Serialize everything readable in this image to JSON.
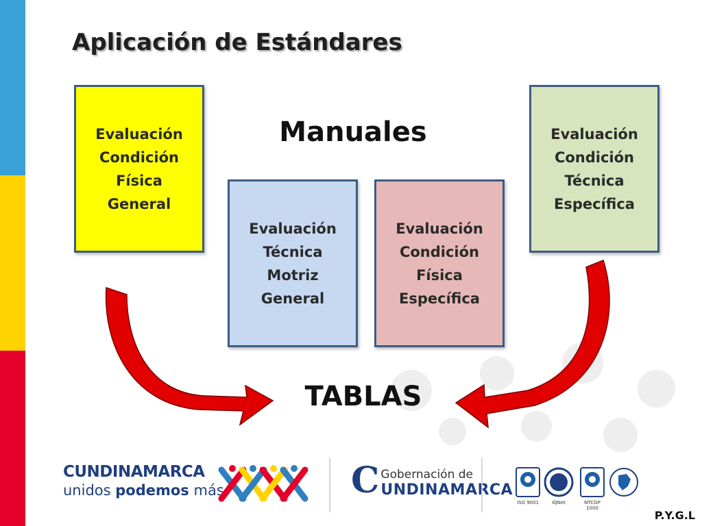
{
  "title": "Aplicación de Estándares",
  "diagram": {
    "manuales_label": "Manuales",
    "tablas_label": "TABLAS",
    "boxes": [
      {
        "text": "Evaluación\nCondición\nFísica\nGeneral",
        "color": "#ffff00"
      },
      {
        "text": "Evaluación\nTécnica\nMotriz\nGeneral",
        "color": "#c6d9f1"
      },
      {
        "text": "Evaluación\nCondición\nFísica\nEspecífica",
        "color": "#e6b9b8"
      },
      {
        "text": "Evaluación\nCondición\nTécnica\nEspecífica",
        "color": "#d7e4bd"
      }
    ],
    "arrow_color": "#e00000"
  },
  "footer": {
    "cundinamarca_name": "CUNDINAMARCA",
    "slogan_prefix": "unidos",
    "slogan_bold": "podemos",
    "slogan_suffix": "más",
    "gobernacion_line1": "Gobernación de",
    "gobernacion_line2": "UNDINAMARCA",
    "gobernacion_initial": "C",
    "cert1_label": "ISO 9001",
    "cert2_label": "IQNet",
    "cert3_label": "NTCGP 1000",
    "author": "P.Y.G.L"
  },
  "colors": {
    "stripe_blue": "#3aa0d8",
    "stripe_yellow": "#ffd200",
    "stripe_red": "#e4002b",
    "box_border": "#3d5c82",
    "brand_blue": "#1f3f80"
  }
}
